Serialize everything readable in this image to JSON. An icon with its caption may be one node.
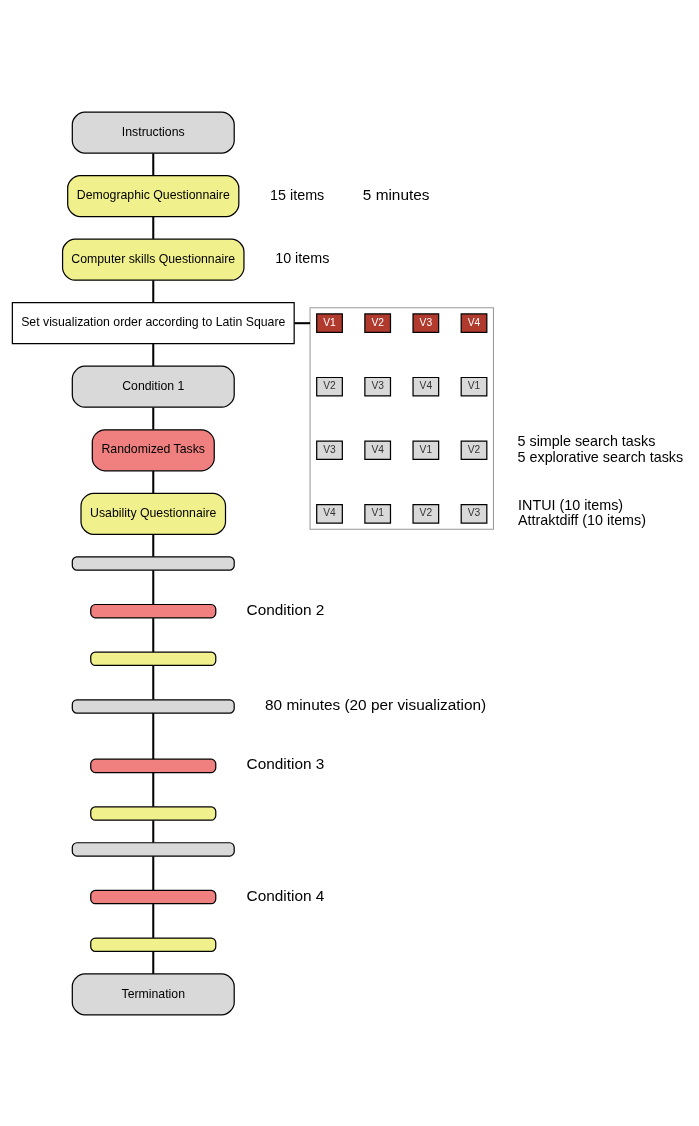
{
  "diagram": {
    "nodes": [
      {
        "text": [
          "Instructions"
        ]
      },
      {
        "text": [
          "Demographic Questionnaire"
        ],
        "beside": [
          "15 items"
        ]
      },
      {
        "text": [
          "Computer skills Questionnaire"
        ],
        "beside": [
          "10 items"
        ]
      },
      {
        "text": [
          "Set visualization order according to Latin Square"
        ]
      },
      {
        "text": [],
        "shape": "box"
      },
      {
        "text": [
          "V1"
        ],
        "in": 4
      },
      {
        "text": [
          "V2"
        ],
        "in": 4
      },
      {
        "text": [
          "V3"
        ],
        "in": 4
      },
      {
        "text": [
          "V4"
        ],
        "in": 4
      },
      {
        "text": [
          "V2"
        ],
        "in": 4
      },
      {
        "text": [
          "V3"
        ],
        "in": 4
      },
      {
        "text": [
          "V4"
        ],
        "in": 4
      },
      {
        "text": [
          "V1"
        ],
        "in": 4
      },
      {
        "text": [
          "V3"
        ],
        "in": 4
      },
      {
        "text": [
          "V4"
        ],
        "in": 4
      },
      {
        "text": [
          "V1"
        ],
        "in": 4
      },
      {
        "text": [
          "V2"
        ],
        "in": 4
      },
      {
        "text": [
          "V4"
        ],
        "in": 4
      },
      {
        "text": [
          "V1"
        ],
        "in": 4
      },
      {
        "text": [
          "V2"
        ],
        "in": 4
      },
      {
        "text": [
          "V3"
        ],
        "in": 4
      },
      {
        "text": [
          "Condition 1"
        ]
      },
      {
        "text": [
          "Randomized Tasks"
        ],
        "beside": [
          "5 simple search tasks",
          "5 explorative search tasks"
        ]
      },
      {
        "text": [
          "Usability Questionnaire"
        ],
        "beside": [
          "INTUI (10 items)",
          "Attraktdiff (10 items)"
        ]
      },
      {
        "text": [],
        "shape": "bar"
      },
      {
        "text": [],
        "shape": "bar"
      },
      {
        "text": [],
        "shape": "bar"
      },
      {
        "text": [],
        "shape": "bar"
      },
      {
        "text": [],
        "shape": "bar"
      },
      {
        "text": [],
        "shape": "bar"
      },
      {
        "text": [],
        "shape": "bar"
      },
      {
        "text": [],
        "shape": "bar"
      },
      {
        "text": [],
        "shape": "bar"
      },
      {
        "text": [
          "Termination"
        ]
      }
    ],
    "edges": [
      {
        "from": 0,
        "to": 1,
        "arrow": "none"
      },
      {
        "from": 1,
        "to": 2,
        "arrow": "none"
      },
      {
        "from": 2,
        "to": 3,
        "arrow": "none"
      },
      {
        "from": 3,
        "to": 4,
        "arrow": "none"
      },
      {
        "from": 3,
        "to": 21,
        "arrow": "none"
      },
      {
        "from": 21,
        "to": 22,
        "arrow": "none"
      },
      {
        "from": 22,
        "to": 23,
        "arrow": "none"
      },
      {
        "from": 23,
        "to": 24,
        "arrow": "none"
      },
      {
        "from": 24,
        "to": 25,
        "arrow": "none"
      },
      {
        "from": 25,
        "to": 26,
        "arrow": "none"
      },
      {
        "from": 26,
        "to": 27,
        "arrow": "none"
      },
      {
        "from": 27,
        "to": 28,
        "arrow": "none"
      },
      {
        "from": 28,
        "to": 29,
        "arrow": "none"
      },
      {
        "from": 29,
        "to": 30,
        "arrow": "none"
      },
      {
        "from": 30,
        "to": 31,
        "arrow": "none"
      },
      {
        "from": 31,
        "to": 32,
        "arrow": "none"
      },
      {
        "from": 32,
        "to": 33,
        "arrow": "none"
      }
    ],
    "labels": [
      "5 minutes",
      "80 minutes (20 per visualization)",
      "Condition 2",
      "Condition 3",
      "Condition 4"
    ]
  }
}
